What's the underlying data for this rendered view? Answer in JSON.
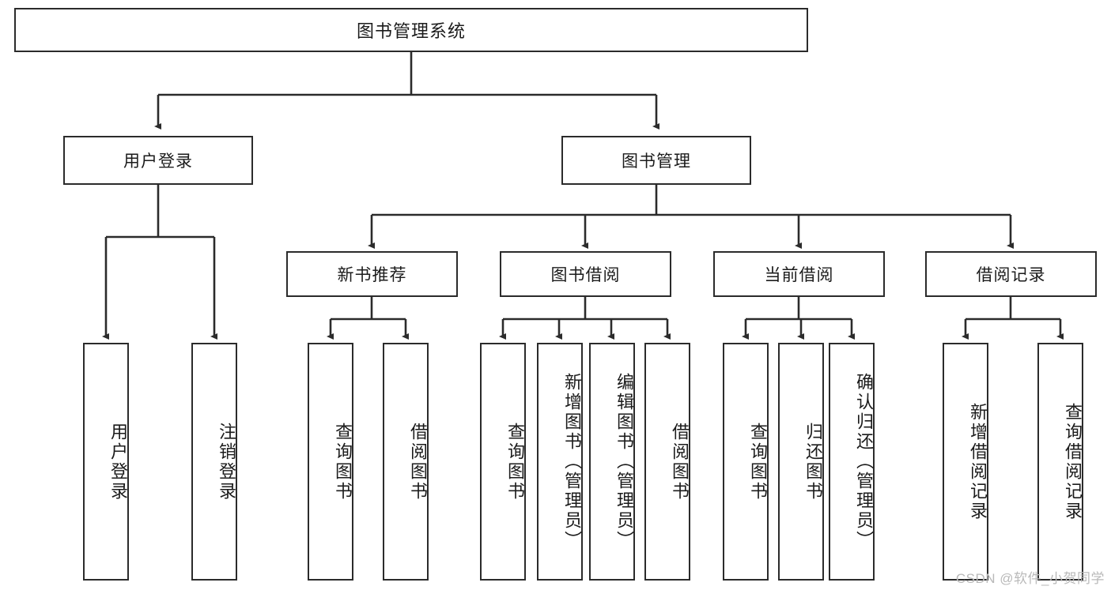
{
  "diagram": {
    "title": "图书管理系统",
    "type": "hierarchy-tree",
    "levels": 4,
    "colors": {
      "box_border": "#2b2b2b",
      "box_fill": "#ffffff",
      "edge": "#2b2b2b",
      "text": "#1b1b1b",
      "watermark": "#b9b9b9"
    },
    "root": {
      "label": "图书管理系统"
    },
    "level2": [
      {
        "label": "用户登录"
      },
      {
        "label": "图书管理"
      }
    ],
    "level3": [
      {
        "label": "新书推荐"
      },
      {
        "label": "图书借阅"
      },
      {
        "label": "当前借阅"
      },
      {
        "label": "借阅记录"
      }
    ],
    "leaves": {
      "user_login": [
        {
          "label": "用户登录"
        },
        {
          "label": "注销登录"
        }
      ],
      "new_book_recommend": [
        {
          "label": "查询图书"
        },
        {
          "label": "借阅图书"
        }
      ],
      "book_borrow": [
        {
          "label": "查询图书"
        },
        {
          "label": "新增图书（管理员）"
        },
        {
          "label": "编辑图书（管理员）"
        },
        {
          "label": "借阅图书"
        }
      ],
      "current_borrow": [
        {
          "label": "查询图书"
        },
        {
          "label": "归还图书"
        },
        {
          "label": "确认归还（管理员）"
        }
      ],
      "borrow_record": [
        {
          "label": "新增借阅记录"
        },
        {
          "label": "查询借阅记录"
        }
      ]
    }
  },
  "watermark": {
    "text": "CSDN @软件_小贺同学"
  }
}
